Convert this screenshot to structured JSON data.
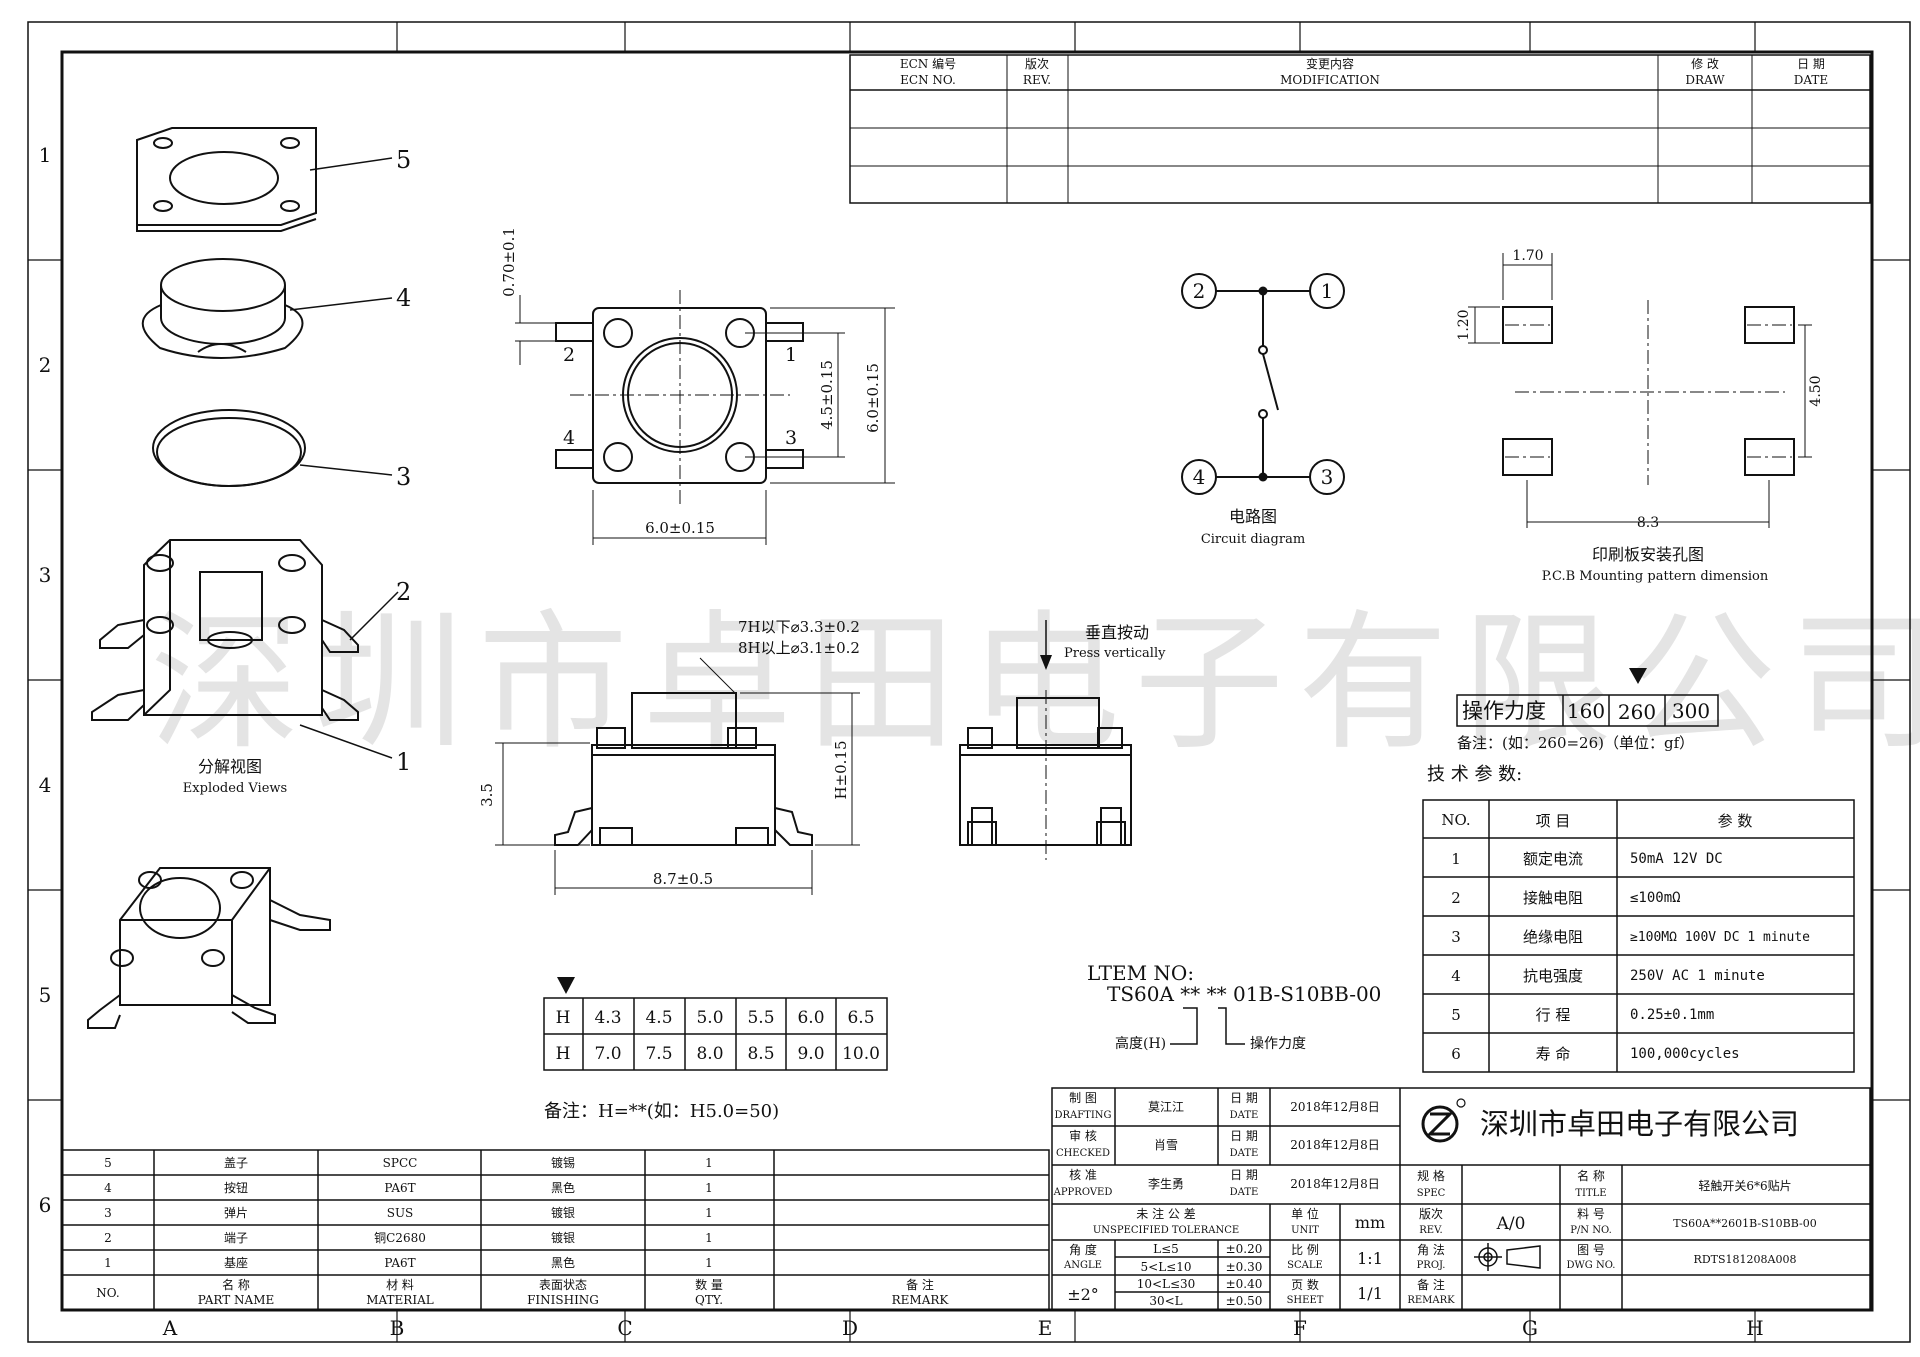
{
  "border": {
    "cols": [
      "A",
      "B",
      "C",
      "D",
      "E",
      "F",
      "G",
      "H"
    ],
    "rows": [
      "1",
      "2",
      "3",
      "4",
      "5",
      "6"
    ]
  },
  "revision_table": {
    "headers": [
      {
        "cn": "ECN 编号",
        "en": "ECN NO."
      },
      {
        "cn": "版次",
        "en": "REV."
      },
      {
        "cn": "变更内容",
        "en": "MODIFICATION"
      },
      {
        "cn": "修 改",
        "en": "DRAW"
      },
      {
        "cn": "日 期",
        "en": "DATE"
      }
    ]
  },
  "exploded": {
    "parts": [
      "5",
      "4",
      "3",
      "2",
      "1"
    ],
    "caption_cn": "分解视图",
    "caption_en": "Exploded Views"
  },
  "top_view": {
    "dim_top": "0.70±0.1",
    "dim_bottom": "6.0±0.15",
    "dim_inner": "4.5±0.15",
    "dim_right": "6.0±0.15",
    "pins": [
      "2",
      "1",
      "4",
      "3"
    ]
  },
  "circuit": {
    "nodes": [
      "2",
      "1",
      "4",
      "3"
    ],
    "caption_cn": "电路图",
    "caption_en": "Circuit diagram"
  },
  "pcb": {
    "dim_w": "1.70",
    "dim_h": "1.20",
    "dim_v": "4.50",
    "dim_span": "8.3",
    "caption_cn": "印刷板安装孔图",
    "caption_en": "P.C.B Mounting pattern dimension"
  },
  "side_view": {
    "note_7h": "7H以下⌀3.3±0.2",
    "note_8h": "8H以上⌀3.1±0.2",
    "dim_left": "3.5",
    "dim_right": "H±0.15",
    "dim_bottom": "8.7±0.5"
  },
  "press": {
    "label_cn": "垂直按动",
    "label_en": "Press vertically"
  },
  "force": {
    "label": "操作力度",
    "values": [
      "160",
      "260",
      "300"
    ],
    "note": "备注：(如：260=26)（单位：gf）"
  },
  "tech": {
    "title": "技 术 参 数:",
    "headers": [
      "NO.",
      "项 目",
      "参 数"
    ],
    "rows": [
      {
        "no": "1",
        "item": "额定电流",
        "value": "50mA 12V DC"
      },
      {
        "no": "2",
        "item": "接触电阻",
        "value": "≤100mΩ"
      },
      {
        "no": "3",
        "item": "绝缘电阻",
        "value": "≥100MΩ 100V DC 1 minute"
      },
      {
        "no": "4",
        "item": "抗电强度",
        "value": "250V AC 1 minute"
      },
      {
        "no": "5",
        "item": "行 程",
        "value": "0.25±0.1mm"
      },
      {
        "no": "6",
        "item": "寿 命",
        "value": "100,000cycles"
      }
    ]
  },
  "item_no": {
    "label": "LTEM NO:",
    "code": "TS60A ** ** 01B-S10BB-00",
    "height_label": "高度(H)",
    "force_label": "操作力度"
  },
  "height_table": {
    "row1": [
      "H",
      "4.3",
      "4.5",
      "5.0",
      "5.5",
      "6.0",
      "6.5"
    ],
    "row2": [
      "H",
      "7.0",
      "7.5",
      "8.0",
      "8.5",
      "9.0",
      "10.0"
    ],
    "note": "备注：H=**(如：H5.0=50)"
  },
  "bom": {
    "rows": [
      {
        "no": "5",
        "name": "盖子",
        "material": "SPCC",
        "finish": "镀锡",
        "qty": "1",
        "remark": ""
      },
      {
        "no": "4",
        "name": "按钮",
        "material": "PA6T",
        "finish": "黑色",
        "qty": "1",
        "remark": ""
      },
      {
        "no": "3",
        "name": "弹片",
        "material": "SUS",
        "finish": "镀银",
        "qty": "1",
        "remark": ""
      },
      {
        "no": "2",
        "name": "端子",
        "material": "铜C2680",
        "finish": "镀银",
        "qty": "1",
        "remark": ""
      },
      {
        "no": "1",
        "name": "基座",
        "material": "PA6T",
        "finish": "黑色",
        "qty": "1",
        "remark": ""
      }
    ],
    "headers": [
      {
        "cn": "NO.",
        "en": ""
      },
      {
        "cn": "名 称",
        "en": "PART NAME"
      },
      {
        "cn": "材 料",
        "en": "MATERIAL"
      },
      {
        "cn": "表面状态",
        "en": "FINISHING"
      },
      {
        "cn": "数 量",
        "en": "QTY."
      },
      {
        "cn": "备 注",
        "en": "REMARK"
      }
    ]
  },
  "title_block": {
    "drafting_cn": "制 图",
    "drafting_en": "DRAFTING",
    "drafting_name": "莫江江",
    "checked_cn": "审 核",
    "checked_en": "CHECKED",
    "checked_name": "肖雪",
    "approved_cn": "核 准",
    "approved_en": "APPROVED",
    "approved_name": "李生勇",
    "date_cn": "日 期",
    "date_en": "DATE",
    "date_value": "2018年12月8日",
    "company": "深圳市卓田电子有限公司",
    "tol_cn": "未 注 公 差",
    "tol_en": "UNSPECIFIED TOLERANCE",
    "unit_cn": "单 位",
    "unit_en": "UNIT",
    "unit_value": "mm",
    "scale_cn": "比 例",
    "scale_en": "SCALE",
    "scale_value": "1:1",
    "sheet_cn": "页 数",
    "sheet_en": "SHEET",
    "sheet_value": "1/1",
    "angle_cn": "角 度",
    "angle_en": "ANGLE",
    "angle_value": "±2°",
    "tol_rows": [
      {
        "range": "L≤5",
        "tol": "±0.20"
      },
      {
        "range": "5<L≤10",
        "tol": "±0.30"
      },
      {
        "range": "10<L≤30",
        "tol": "±0.40"
      },
      {
        "range": "30<L",
        "tol": "±0.50"
      }
    ],
    "spec_cn": "规 格",
    "spec_en": "SPEC",
    "rev_cn": "版次",
    "rev_en": "REV.",
    "rev_value": "A/0",
    "proj_cn": "角 法",
    "proj_en": "PROJ.",
    "remark_cn": "备 注",
    "remark_en": "REMARK",
    "title_cn": "名 称",
    "title_en": "TITLE",
    "title_value": "轻触开关6*6贴片",
    "pn_cn": "料 号",
    "pn_en": "P/N NO.",
    "pn_value": "TS60A**2601B-S10BB-00",
    "dwg_cn": "图 号",
    "dwg_en": "DWG NO.",
    "dwg_value": "RDTS181208A008"
  },
  "watermark": "深圳市卓田电子有限公司"
}
